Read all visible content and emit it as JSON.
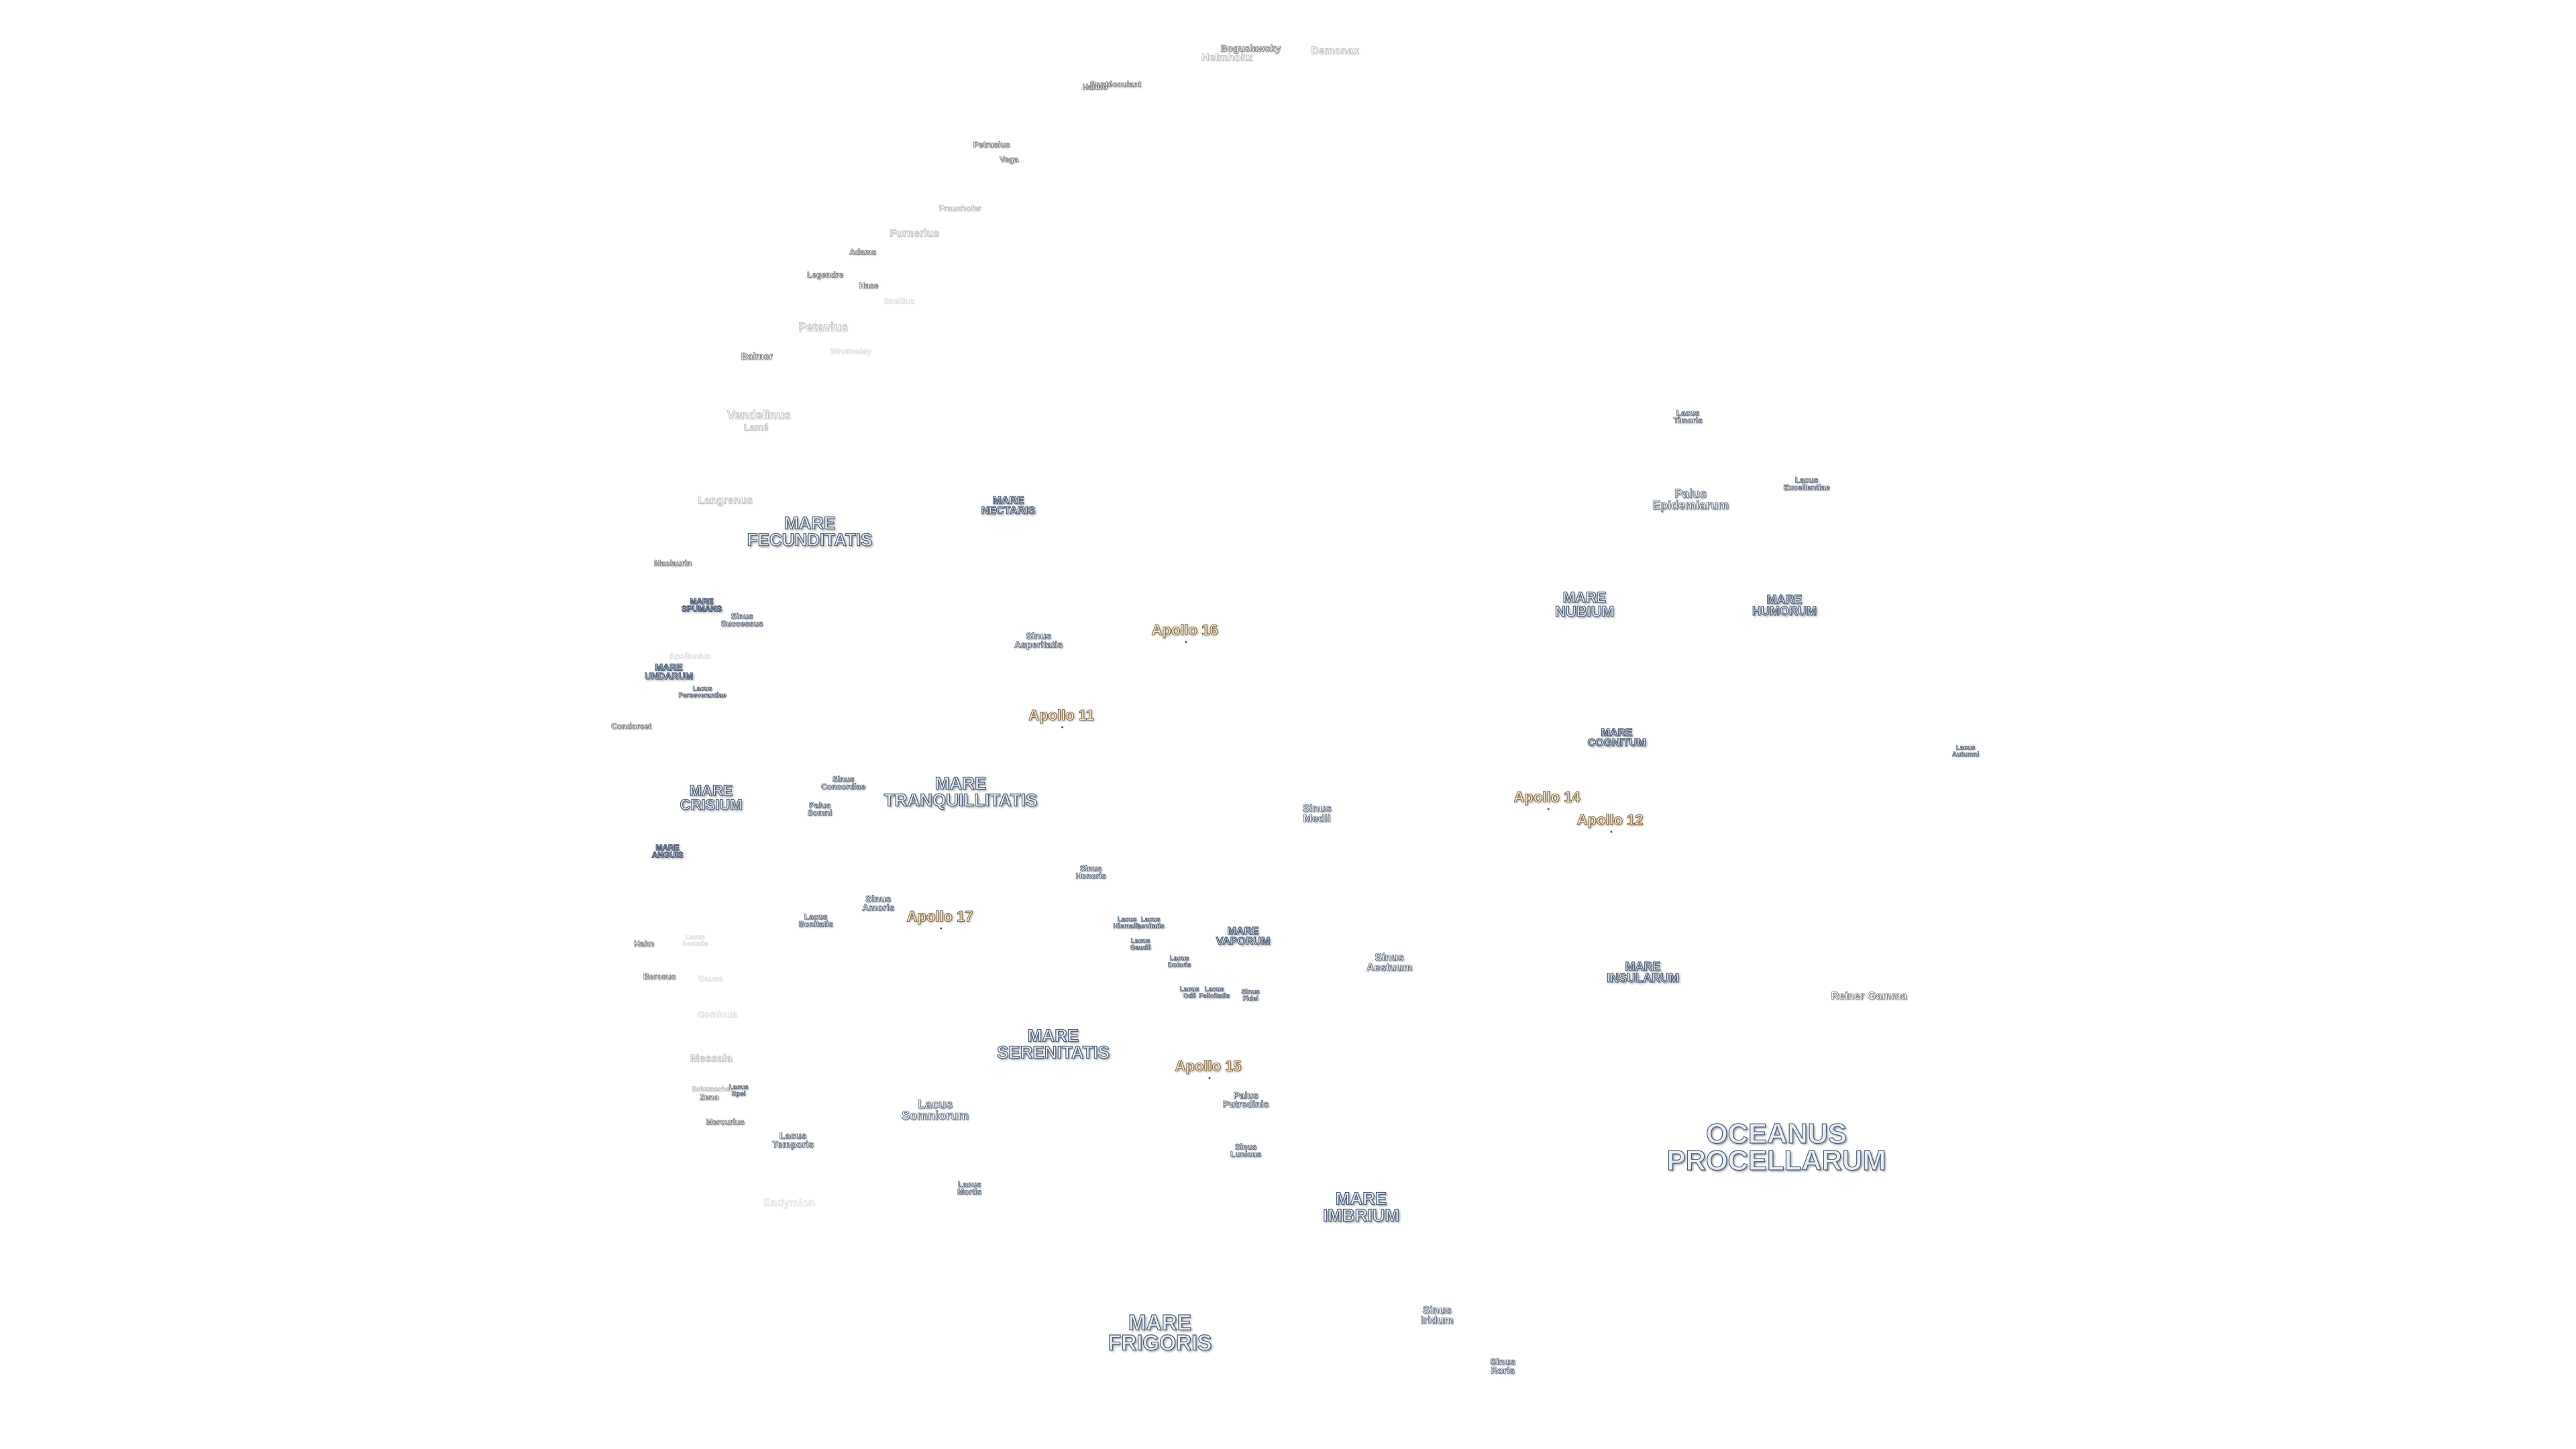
{
  "labels": {
    "oceanus_procellarum": "OCEANUS\nPROCELLARUM",
    "mare_frigoris": "MARE\nFRIGORIS",
    "mare_imbrium": "MARE\nIMBRIUM",
    "mare_serenitatis": "MARE\nSERENITATIS",
    "mare_tranquillitatis": "MARE\nTRANQUILLITATIS",
    "mare_fecunditatis": "MARE\nFECUNDITATIS",
    "mare_crisium": "MARE\nCRISIUM",
    "mare_nectaris": "MARE\nNECTARIS",
    "mare_nubium": "MARE\nNUBIUM",
    "mare_humorum": "MARE\nHUMORUM",
    "mare_cognitum": "MARE\nCOGNITUM",
    "mare_insularum": "MARE\nINSULARUM",
    "mare_vaporum": "MARE\nVAPORUM",
    "mare_spumans": "MARE\nSPUMANS",
    "mare_undarum": "MARE\nUNDARUM",
    "mare_anguis": "MARE\nANGUIS",
    "sinus_iridum": "Sinus\nIridum",
    "sinus_roris": "Sinus\nRoris",
    "sinus_aestuum": "Sinus\nAestuum",
    "sinus_medii": "Sinus\nMedii",
    "sinus_asperitatis": "Sinus\nAsperitatis",
    "sinus_amoris": "Sinus\nAmoris",
    "sinus_concordiae": "Sinus\nConcordiae",
    "sinus_successus": "Sinus\nSuccessus",
    "sinus_honoris": "Sinus\nHonoris",
    "sinus_lunicus": "Sinus\nLunicus",
    "sinus_fidei": "Sinus\nFidei",
    "lacus_somniorum": "Lacus\nSomniorum",
    "lacus_temporis": "Lacus\nTemporis",
    "lacus_mortis": "Lacus\nMortis",
    "lacus_bonitatis": "Lacus\nBonitatis",
    "lacus_spei": "Lacus\nSpei",
    "lacus_perseverantiae": "Lacus\nPerseverantiae",
    "lacus_timoris": "Lacus\nTimoris",
    "lacus_excellentiae": "Lacus\nExcellentiae",
    "lacus_autumni": "Lacus\nAutumni",
    "lacus_gaudii": "Lacus\nGaudii",
    "lacus_doloris": "Lacus\nDoloris",
    "lacus_hiemalis": "Lacus\nHiemalis",
    "lacus_lenitatis": "Lacus\nLenitatis",
    "lacus_odii": "Lacus\nOdii",
    "lacus_felicitatis": "Lacus\nFelicitatis",
    "lacus_aestatis": "Lacus\nAestatis",
    "palus_epidemiarum": "Palus\nEpidemiarum",
    "palus_putredinis": "Palus\nPutredinis",
    "palus_somni": "Palus\nSomni",
    "apollo_11": "Apollo 11",
    "apollo_12": "Apollo 12",
    "apollo_14": "Apollo 14",
    "apollo_15": "Apollo 15",
    "apollo_16": "Apollo 16",
    "apollo_17": "Apollo 17",
    "reiner_gamma": "Reiner Gamma",
    "demonax": "Demonax",
    "boguslawsky": "Boguslawsky",
    "helmholtz": "Helmholtz",
    "pontecoulant": "Pontécoulant",
    "hanno": "Hanno",
    "petrusius": "Petrusius",
    "vega": "Vega",
    "fraunhofer": "Fraunhofer",
    "furnerius": "Furnerius",
    "adams": "Adams",
    "legendre": "Legendre",
    "hase": "Hase",
    "snellius": "Snellius",
    "petavius": "Petavius",
    "balmer": "Balmer",
    "wrottesley": "Wrottesley",
    "vendelinus": "Vendelinus",
    "lame": "Lamé",
    "langrenus": "Langrenus",
    "maclaurin": "Maclaurin",
    "apollonius": "Apollonius",
    "condorcet": "Condorcet",
    "hahn": "Hahn",
    "berosus": "Berosus",
    "gauss": "Gauss",
    "messala": "Messala",
    "geminus": "Geminus",
    "schumacher": "Schumacher",
    "zeno": "Zeno",
    "mercurius": "Mercurius",
    "endymion": "Endymion"
  }
}
